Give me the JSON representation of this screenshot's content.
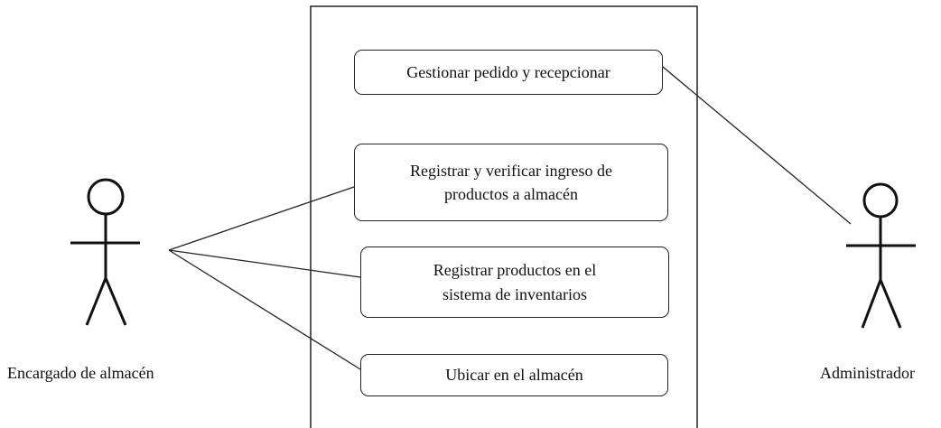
{
  "actors": {
    "left": {
      "name": "Encargado de almacén"
    },
    "right": {
      "name": "Administrador"
    }
  },
  "use_cases": [
    {
      "lines": [
        "Gestionar pedido y recepcionar"
      ]
    },
    {
      "lines": [
        "Registrar y verificar ingreso de",
        "productos a almacén"
      ]
    },
    {
      "lines": [
        "Registrar productos en el",
        "sistema de inventarios"
      ]
    },
    {
      "lines": [
        "Ubicar en el almacén"
      ]
    }
  ],
  "colors": {
    "stroke": "#222222",
    "background": "#ffffff"
  }
}
